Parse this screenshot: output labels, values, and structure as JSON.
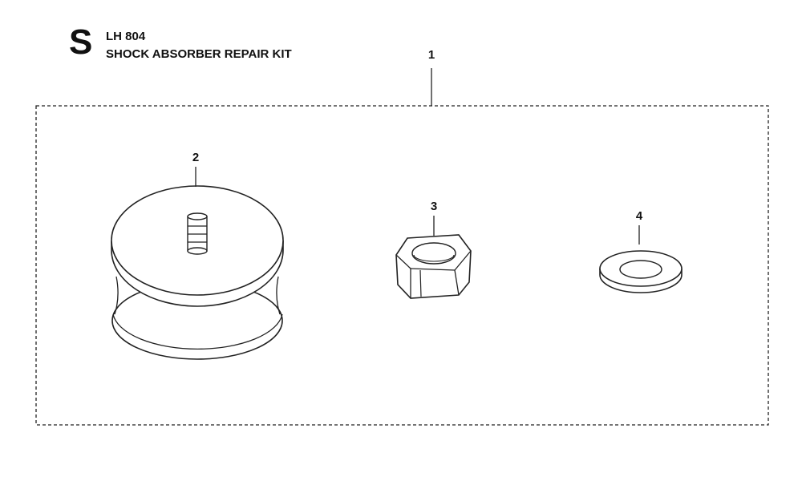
{
  "header": {
    "section_letter": "S",
    "model": "LH 804",
    "kit_name": "SHOCK ABSORBER REPAIR KIT"
  },
  "callouts": {
    "kit": "1",
    "shock_absorber": "2",
    "nut": "3",
    "washer": "4"
  }
}
